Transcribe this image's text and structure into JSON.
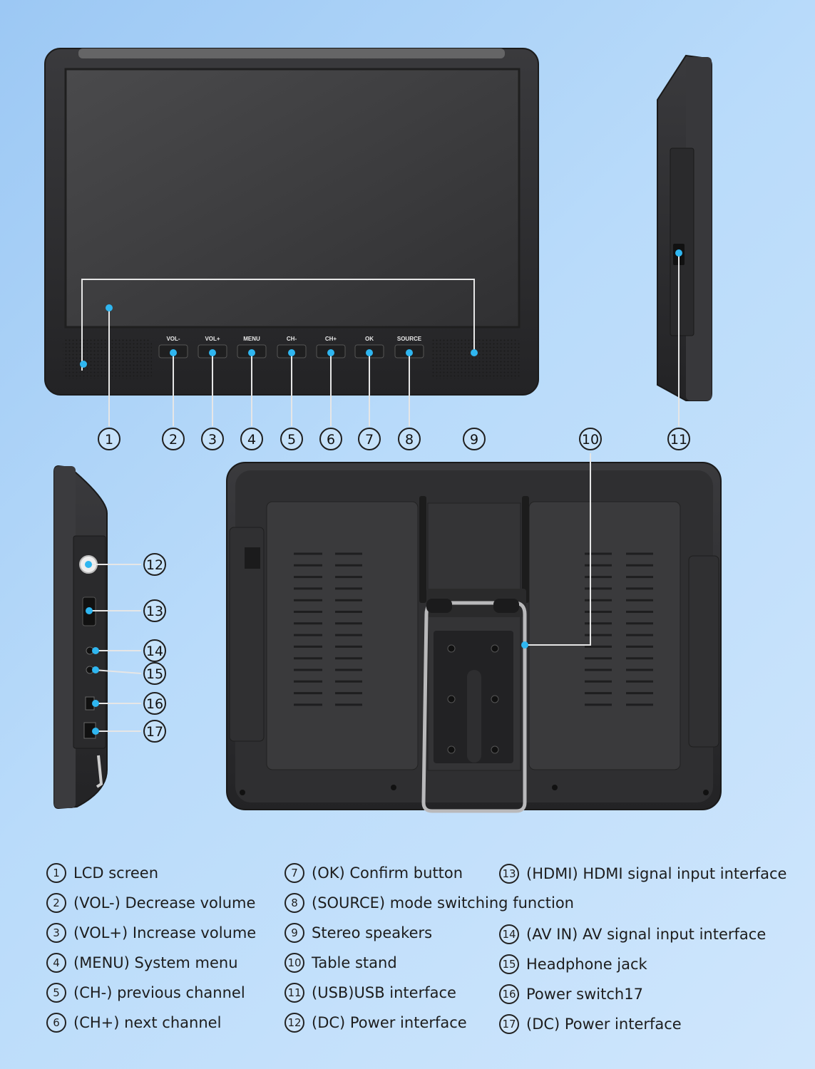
{
  "front_panel_buttons": [
    "VOL-",
    "VOL+",
    "MENU",
    "CH-",
    "CH+",
    "OK",
    "SOURCE"
  ],
  "callouts": [
    "1",
    "2",
    "3",
    "4",
    "5",
    "6",
    "7",
    "8",
    "9",
    "10",
    "11",
    "12",
    "13",
    "14",
    "15",
    "16",
    "17"
  ],
  "legend": {
    "col1": [
      {
        "num": "1",
        "text": "LCD screen"
      },
      {
        "num": "2",
        "text": "(VOL-) Decrease volume"
      },
      {
        "num": "3",
        "text": "(VOL+) Increase volume"
      },
      {
        "num": "4",
        "text": "(MENU) System menu"
      },
      {
        "num": "5",
        "text": "(CH-) previous channel"
      },
      {
        "num": "6",
        "text": "(CH+) next channel"
      }
    ],
    "col2": [
      {
        "num": "7",
        "text": "(OK) Confirm button"
      },
      {
        "num": "8",
        "text": "(SOURCE) mode switching function"
      },
      {
        "num": "9",
        "text": "Stereo speakers"
      },
      {
        "num": "10",
        "text": "Table stand"
      },
      {
        "num": "11",
        "text": "(USB)USB interface"
      },
      {
        "num": "12",
        "text": "(DC) Power interface"
      }
    ],
    "col3": [
      {
        "num": "13",
        "text": "(HDMI) HDMI signal input interface"
      },
      {
        "num": "14",
        "text": "(AV IN) AV signal input interface"
      },
      {
        "num": "15",
        "text": "Headphone jack"
      },
      {
        "num": "16",
        "text": "Power switch17"
      },
      {
        "num": "17",
        "text": "(DC) Power interface"
      }
    ]
  },
  "colors": {
    "accent_dot": "#2fb6f0",
    "device_body": "#2d2d2f",
    "screen": "#3a3a3c",
    "leader_line": "#e8e8e8"
  }
}
